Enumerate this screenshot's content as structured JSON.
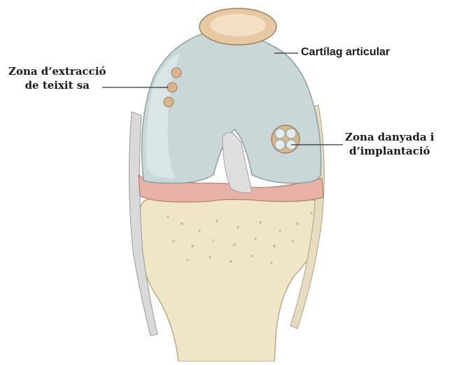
{
  "labels": {
    "cartilage": "Cartílag articular",
    "extraction_line1": "Zona d’extracció",
    "extraction_line2": "de teixit sa",
    "damage_line1": "Zona danyada i",
    "damage_line2": "d’implantació"
  },
  "colors": {
    "cartilage": "#c9d7d8",
    "cartilage_shadow": "#9fb3b6",
    "bone": "#efe6c8",
    "bone_dark": "#d6c79a",
    "meniscus": "#e8b3a6",
    "ligament": "#dedede",
    "plug": "#d7b68e",
    "leader_line": "#333333"
  }
}
